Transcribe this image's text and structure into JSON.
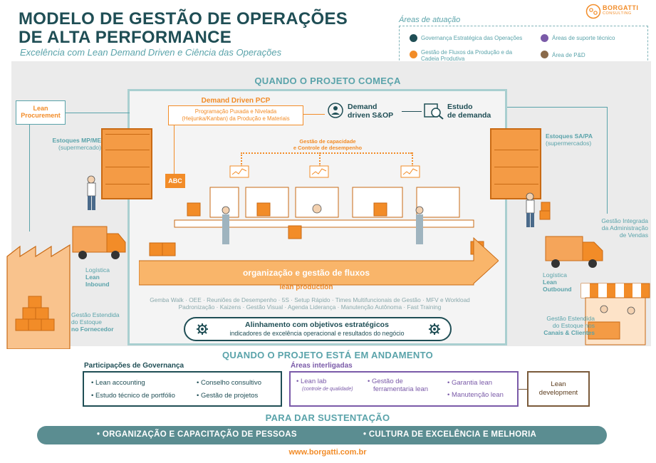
{
  "header": {
    "title_line1": "MODELO DE GESTÃO DE OPERAÇÕES",
    "title_line2": "DE ALTA PERFORMANCE",
    "subtitle": "Excelência com Lean Demand Driven e Ciência das Operações"
  },
  "logo": {
    "name": "BORGATTI",
    "sub": "CONSULTING"
  },
  "legend": {
    "title": "Áreas de atuação",
    "items": [
      {
        "label": "Governança Estratégica das Operações",
        "color": "#1f4e55"
      },
      {
        "label": "Áreas de suporte técnico",
        "color": "#7a5aa8"
      },
      {
        "label": "Gestão de Fluxos da Produção e da Cadeia Produtiva",
        "color": "#f28c28"
      },
      {
        "label": "Área de P&D",
        "color": "#8a6a4a"
      }
    ]
  },
  "sections": {
    "start": "QUANDO O PROJETO COMEÇA",
    "running": "QUANDO O PROJETO ESTÁ EM ANDAMENTO",
    "sustain": "PARA DAR SUSTENTAÇÃO"
  },
  "left": {
    "lean_procurement": "Lean Procurement",
    "stock_mp_line1": "Estoques MP/ME",
    "stock_mp_line2": "(supermercado)",
    "logistics_line1": "Logística",
    "logistics_line2": "Lean",
    "logistics_line3": "Inbound",
    "extended_line1": "Gestão Estendida",
    "extended_line2": "do Estoque",
    "extended_line3": "no Fornecedor"
  },
  "right": {
    "stock_sa_line1": "Estoques SA/PA",
    "stock_sa_line2": "(supermercados)",
    "sales_line1": "Gestão Integrada",
    "sales_line2": "da Administração",
    "sales_line3": "de Vendas",
    "logistics_line1": "Logística",
    "logistics_line2": "Lean",
    "logistics_line3": "Outbound",
    "extended_line1": "Gestão Estendida",
    "extended_line2": "do Estoque nos",
    "extended_line3": "Canais & Clientes"
  },
  "plant": {
    "pcp_title": "Demand Driven PCP",
    "pcp_line1": "Programação Puxada e Nivelada",
    "pcp_line2": "(Heijunka/Kanban) da Produção  e Materiais",
    "sop_line1": "Demand",
    "sop_line2": "driven S&OP",
    "demand_line1": "Estudo",
    "demand_line2": "de demanda",
    "abc": "ABC",
    "capacity_line1": "Gestão de capacidade",
    "capacity_line2": "e Controle de desempenho",
    "belt": "organização e gestão de fluxos",
    "lean_production": "lean production",
    "tools_line1": "Gemba Walk  ·  OEE  ·  Reuniões de Desempenho  ·  5S  ·  Setup Rápido  ·  Times Multifuncionais de Gestão  ·  MFV e Workload",
    "tools_line2": "Padronização  ·  Kaizens  ·  Gestão Visual  ·  Agenda Liderança  ·  Manutenção Autônoma  ·  Fast Training",
    "align_title": "Alinhamento com objetivos estratégicos",
    "align_sub": "indicadores de excelência operacional e resultados do negócio"
  },
  "governance": {
    "title": "Participações de Governança",
    "items": [
      "Lean accounting",
      "Conselho consultivo",
      "Estudo técnico de portfólio",
      "Gestão de projetos"
    ]
  },
  "areas": {
    "title": "Áreas interligadas",
    "lean_lab": "Lean lab",
    "lean_lab_sub": "(controle de qualidade)",
    "tooling_line1": "Gestão de",
    "tooling_line2": "ferramentaria lean",
    "warranty": "Garantia lean",
    "maintenance": "Manutenção lean"
  },
  "development": {
    "line1": "Lean",
    "line2": "development"
  },
  "sustain": {
    "item1": "• ORGANIZAÇÃO E CAPACITAÇÃO DE PESSOAS",
    "item2": "• CULTURA DE EXCELÊNCIA E MELHORIA"
  },
  "url": "www.borgatti.com.br"
}
